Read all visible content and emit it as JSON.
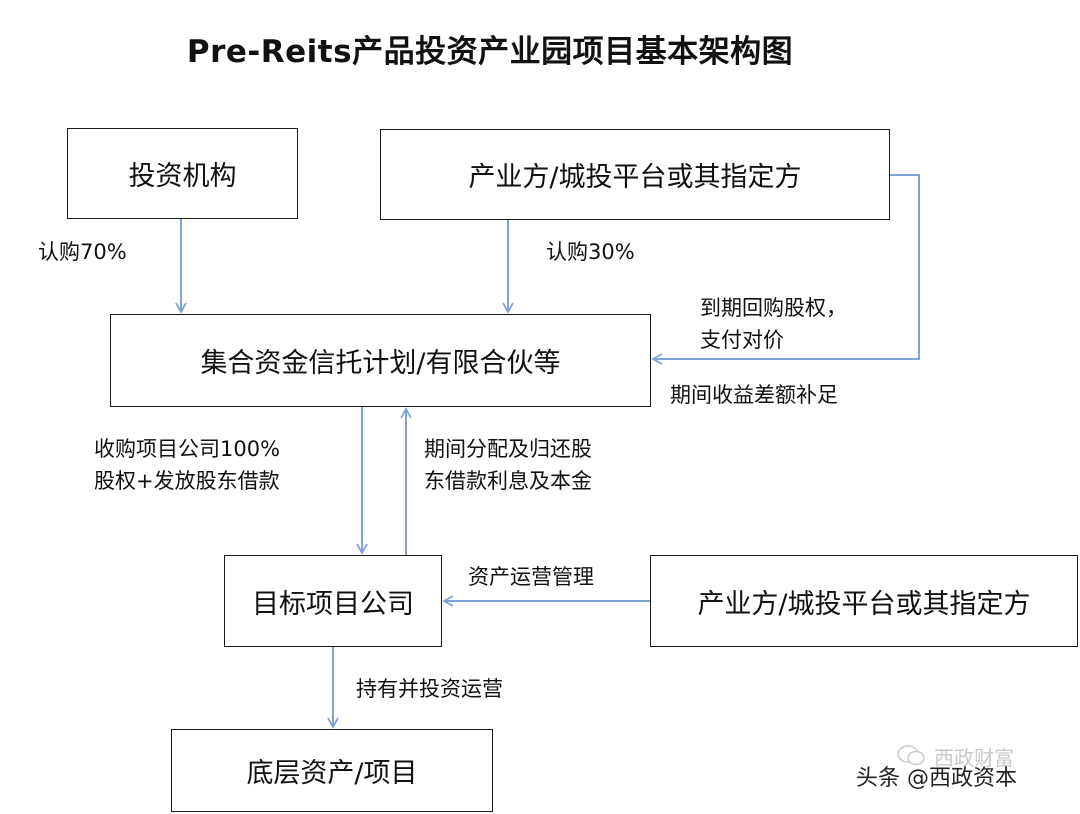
{
  "title": "Pre-Reits产品投资产业园项目基本架构图",
  "nodes": {
    "investor": "投资机构",
    "industry_top": "产业方/城投平台或其指定方",
    "trust": "集合资金信托计划/有限合伙等",
    "target": "目标项目公司",
    "industry_right": "产业方/城投平台或其指定方",
    "asset": "底层资产/项目"
  },
  "edges": {
    "subscribe70": "认购70%",
    "subscribe30": "认购30%",
    "buyback": [
      "到期回购股权，",
      "支付对价"
    ],
    "shortfall": "期间收益差额补足",
    "acquire": [
      "收购项目公司100%",
      "股权+发放股东借款"
    ],
    "distribute": [
      "期间分配及归还股",
      "东借款利息及本金"
    ],
    "operate_mgmt": "资产运营管理",
    "hold": "持有并投资运营"
  },
  "watermark": {
    "text": "头条 @西政资本",
    "ghost_text": "西政财富"
  },
  "colors": {
    "arrow": "#7fa3d6",
    "border": "#1a1a1a"
  }
}
